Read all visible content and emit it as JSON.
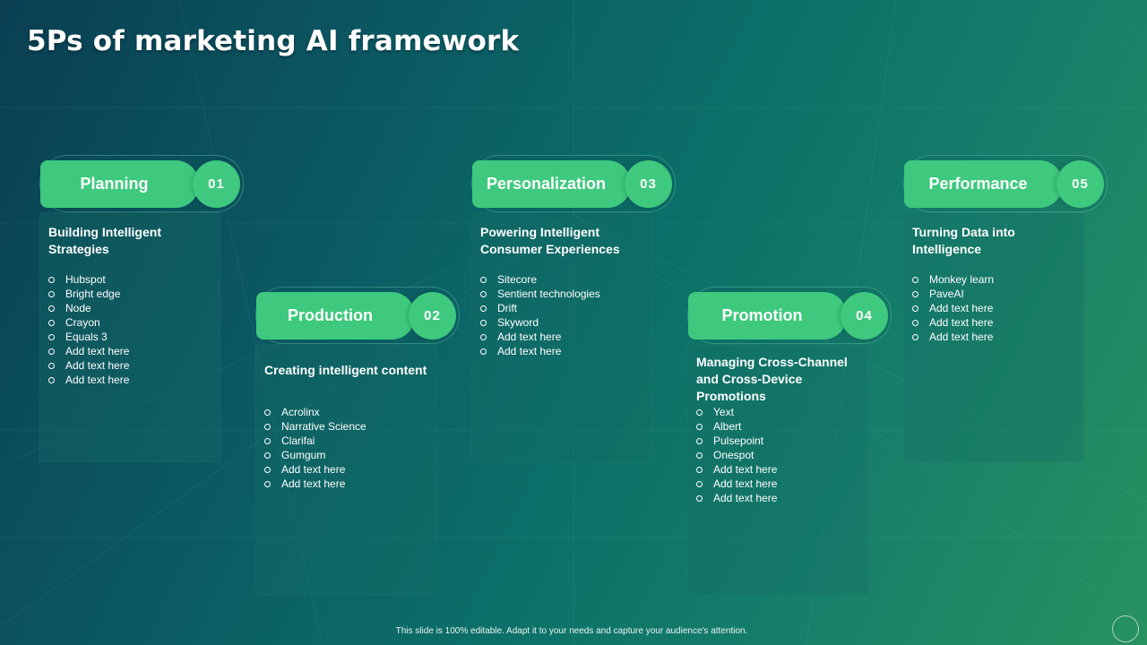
{
  "title": "5Ps of marketing AI framework",
  "colors": {
    "accent": "#3ec97e",
    "background_start": "#0a3f52",
    "background_end": "#27925f"
  },
  "columns": [
    {
      "label": "Planning",
      "number": "01",
      "heading": "Building Intelligent Strategies",
      "items": [
        "Hubspot",
        "Bright edge",
        "Node",
        "Crayon",
        "Equals 3",
        "Add text here",
        "Add text here",
        "Add text here"
      ]
    },
    {
      "label": "Production",
      "number": "02",
      "heading": "Creating intelligent content",
      "items": [
        "Acrolinx",
        "Narrative Science",
        "Clarifai",
        "Gumgum",
        "Add text here",
        "Add text here"
      ]
    },
    {
      "label": "Personalization",
      "number": "03",
      "heading": "Powering Intelligent Consumer Experiences",
      "items": [
        "Sitecore",
        "Sentient technologies",
        "Drift",
        "Skyword",
        "Add text here",
        "Add text here"
      ]
    },
    {
      "label": "Promotion",
      "number": "04",
      "heading": "Managing Cross-Channel and Cross-Device Promotions",
      "items": [
        "Yext",
        "Albert",
        "Pulsepoint",
        "Onespot",
        "Add text here",
        "Add text here",
        "Add text here"
      ]
    },
    {
      "label": "Performance",
      "number": "05",
      "heading": "Turning Data into Intelligence",
      "items": [
        "Monkey learn",
        "PaveAI",
        "Add text here",
        "Add text here",
        "Add text here"
      ]
    }
  ],
  "footer": "This slide is 100% editable. Adapt it to your needs and capture your audience's attention."
}
